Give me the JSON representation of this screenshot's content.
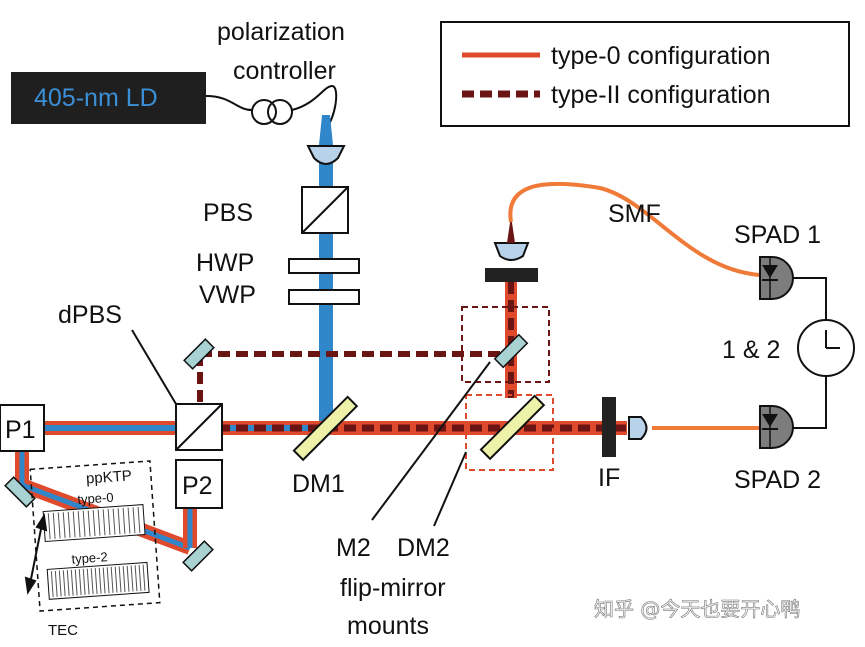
{
  "legend": {
    "type0": "type-0 configuration",
    "type2": "type-II configuration"
  },
  "components": {
    "laser": "405-nm LD",
    "polarization_controller": [
      "polarization",
      "controller"
    ],
    "pbs": "PBS",
    "hwp": "HWP",
    "vwp": "VWP",
    "dpbs": "dPBS",
    "p1": "P1",
    "p2": "P2",
    "dm1": "DM1",
    "m2": "M2",
    "dm2": "DM2",
    "flip_mirror_mounts": [
      "flip-mirror",
      "mounts"
    ],
    "if_filter": "IF",
    "smf": "SMF",
    "spad1": "SPAD 1",
    "spad2": "SPAD 2",
    "coincidence": "1 & 2",
    "ppktp": "ppKTP",
    "grating_type0": "type-0",
    "grating_type2": "type-2",
    "tec": "TEC"
  },
  "watermark": "知乎 @今天也要开心鸭",
  "colors": {
    "pump_blue": "#2f86c8",
    "laser_text_blue": "#3b8fd6",
    "type0_red": "#e04a2c",
    "type2_darkred": "#6b1414",
    "fiber_orange": "#f07a38",
    "mirror_teal": "#a9d3d3",
    "dichroic_yellow": "#eef2a8",
    "lens_blue": "#b8d2ea",
    "detector_gray": "#7d7d7d",
    "laser_box": "#1f1f1f",
    "flip_mount_red": "#e04a2c"
  }
}
